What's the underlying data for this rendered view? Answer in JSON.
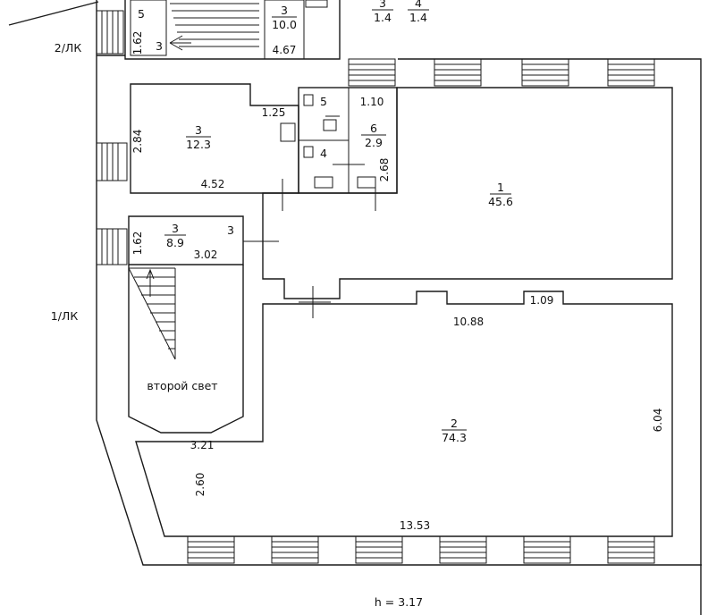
{
  "plan": {
    "height_label": "h = 3.17",
    "stair_labels": [
      "2/ЛК",
      "1/ЛК"
    ],
    "second_light": "второй свет",
    "rooms": [
      {
        "num": "1",
        "area": "45.6"
      },
      {
        "num": "2",
        "area": "74.3"
      },
      {
        "num": "3",
        "area": "12.3"
      },
      {
        "num": "3",
        "area": "8.9"
      },
      {
        "num": "3",
        "area": "10.0"
      },
      {
        "num": "3",
        "area": "1.4"
      },
      {
        "num": "4",
        "area": "1.4"
      },
      {
        "num": "6",
        "area": "2.9"
      }
    ],
    "marks": [
      "5",
      "4",
      "5",
      "3",
      "3"
    ],
    "dimensions": [
      "1.62",
      "1.62",
      "2.84",
      "4.52",
      "1.25",
      "1.10",
      "2.68",
      "3.02",
      "4.67",
      "10.88",
      "1.09",
      "6.04",
      "3.21",
      "2.60",
      "13.53"
    ]
  }
}
